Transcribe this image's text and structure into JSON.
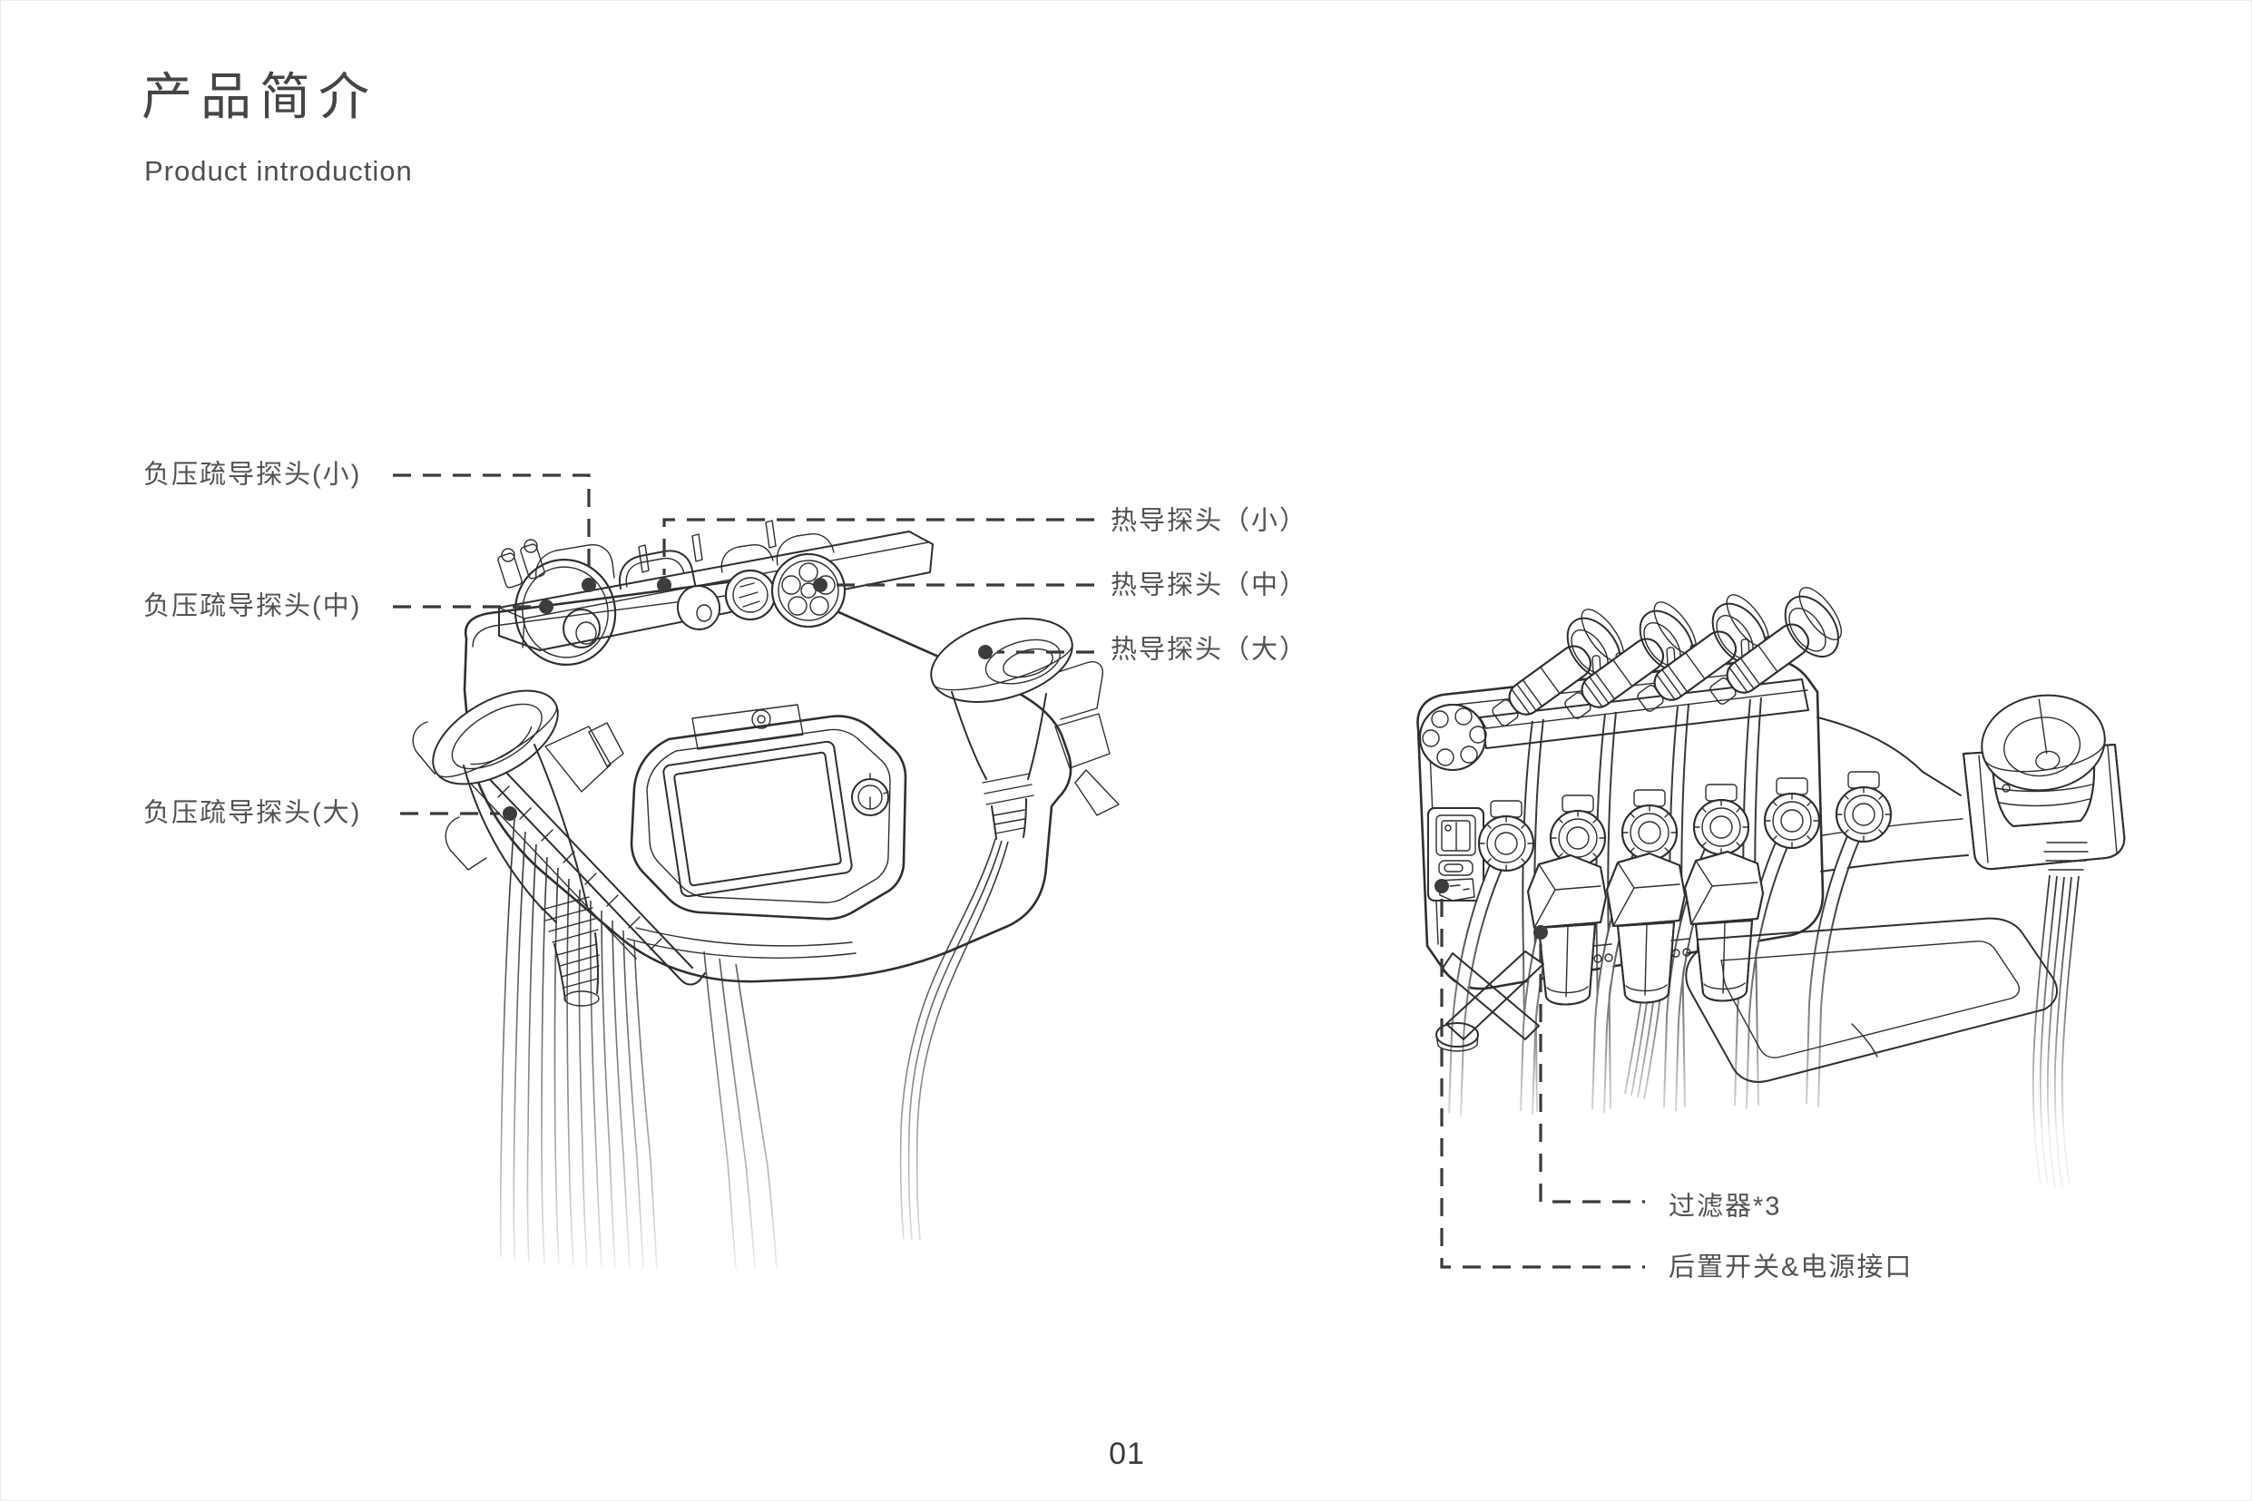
{
  "page": {
    "title": "产品简介",
    "subtitle": "Product introduction",
    "page_number": "01"
  },
  "colors": {
    "background": "#ffffff",
    "line_art": "#2f2f2f",
    "callout_line": "#3a3a3a",
    "label_text": "#525252",
    "title_text": "#454545"
  },
  "front_view": {
    "callouts_left": [
      {
        "id": "vacuum-probe-small",
        "label": "负压疏导探头(小)"
      },
      {
        "id": "vacuum-probe-medium",
        "label": "负压疏导探头(中)"
      },
      {
        "id": "vacuum-probe-large",
        "label": "负压疏导探头(大)"
      }
    ],
    "callouts_right": [
      {
        "id": "thermal-probe-small",
        "label": "热导探头（小）"
      },
      {
        "id": "thermal-probe-medium",
        "label": "热导探头（中）"
      },
      {
        "id": "thermal-probe-large",
        "label": "热导探头（大）"
      }
    ]
  },
  "rear_view": {
    "callouts": [
      {
        "id": "filter-x3",
        "label": "过滤器*3"
      },
      {
        "id": "rear-switch-power",
        "label": "后置开关&电源接口"
      }
    ]
  }
}
